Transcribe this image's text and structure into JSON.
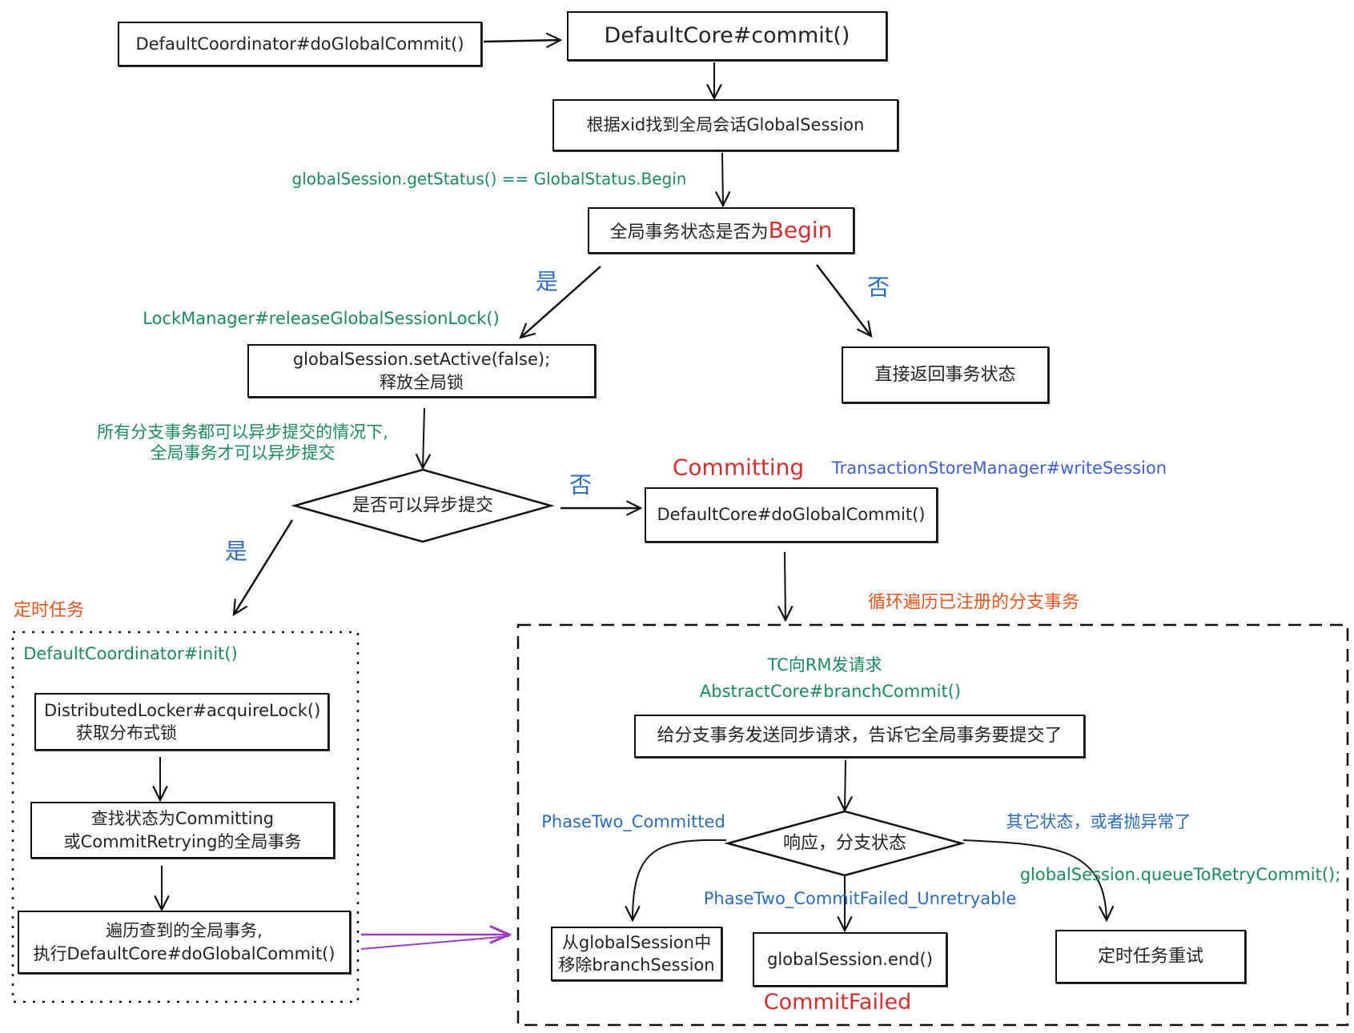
{
  "colors": {
    "stroke": "#111111",
    "green": "#1a8a5a",
    "blue": "#2b6cb8",
    "indigo": "#3e5fcf",
    "red": "#d62d2d",
    "orange": "#e8541e",
    "purple": "#9b3bbf"
  },
  "nodes": {
    "coordinator_commit": "DefaultCoordinator#doGlobalCommit()",
    "core_commit": "DefaultCore#commit()",
    "find_session": "根据xid找到全局会话GlobalSession",
    "check_begin_prefix": "全局事务状态是否为",
    "check_begin_status": "Begin",
    "set_active": "globalSession.setActive(false);\n释放全局锁",
    "return_status": "直接返回事务状态",
    "can_async": "是否可以异步提交",
    "do_global_commit": "DefaultCore#doGlobalCommit()",
    "acquire_lock": "DistributedLocker#acquireLock()\n      获取分布式锁",
    "find_committing": "查找状态为Committing\n或CommitRetrying的全局事务",
    "iterate_sessions": "遍历查到的全局事务,\n执行DefaultCore#doGlobalCommit()",
    "send_sync_request": "给分支事务发送同步请求，告诉它全局事务要提交了",
    "response_status": "响应，分支状态",
    "remove_branch": "从globalSession中\n移除branchSession",
    "session_end": "globalSession.end()",
    "retry_task": "定时任务重试"
  },
  "annotations": {
    "get_status_check": "globalSession.getStatus() == GlobalStatus.Begin",
    "yes_1": "是",
    "no_1": "否",
    "release_lock_method": "LockManager#releaseGlobalSessionLock()",
    "async_condition": "所有分支事务都可以异步提交的情况下,\n全局事务才可以异步提交",
    "no_2": "否",
    "yes_2": "是",
    "committing_status": "Committing",
    "write_session_method": "TransactionStoreManager#writeSession",
    "scheduled_task": "定时任务",
    "coordinator_init": "DefaultCoordinator#init()",
    "loop_branches": "循环遍历已注册的分支事务",
    "tc_to_rm": "TC向RM发请求",
    "branch_commit_method": "AbstractCore#branchCommit()",
    "phase_two_committed": "PhaseTwo_Committed",
    "other_status": "其它状态，或者抛异常了",
    "queue_retry": "globalSession.queueToRetryCommit();",
    "phase_two_failed": "PhaseTwo_CommitFailed_Unretryable",
    "commit_failed_status": "CommitFailed"
  }
}
